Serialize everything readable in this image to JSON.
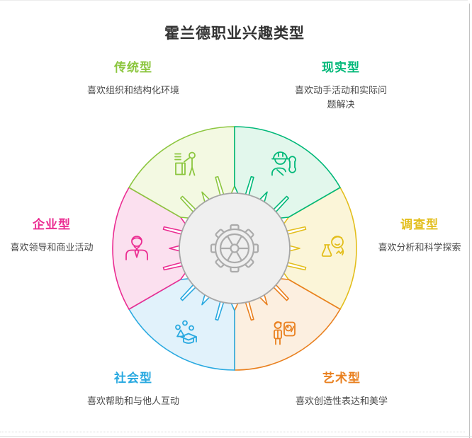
{
  "page": {
    "title": "霍兰德职业兴趣类型"
  },
  "wheel": {
    "center_icon": "gear-icon",
    "center_fill": "#EFEFEF",
    "center_stroke": "#A6A6A6",
    "desc_text_color": "#4A4A4A",
    "types": [
      {
        "id": "investigative",
        "label": "调查型",
        "desc": "喜欢分析和科学探索",
        "color": "#E3BE1C",
        "fill": "#FBF5D8",
        "angle": 0,
        "icon": "scientist-flask-icon"
      },
      {
        "id": "artistic",
        "label": "艺术型",
        "desc": "喜欢创造性表达和美学",
        "color": "#E9801F",
        "fill": "#FCEFE0",
        "angle": 60,
        "icon": "painter-palette-icon"
      },
      {
        "id": "social",
        "label": "社会型",
        "desc": "喜欢帮助和与他人互动",
        "color": "#29A9E0",
        "fill": "#E1F2FB",
        "angle": 120,
        "icon": "graduation-people-icon"
      },
      {
        "id": "enterprising",
        "label": "企业型",
        "desc": "喜欢领导和商业活动",
        "color": "#EB2D92",
        "fill": "#FBE0EF",
        "angle": 180,
        "icon": "businessman-icon"
      },
      {
        "id": "conventional",
        "label": "传统型",
        "desc": "喜欢组织和结构化环境",
        "color": "#8CC63F",
        "fill": "#F3F9E2",
        "angle": 240,
        "icon": "organizer-desk-icon"
      },
      {
        "id": "realistic",
        "label": "现实型",
        "desc": "喜欢动手活动和实际问题解决",
        "color": "#00B878",
        "fill": "#E2F7EC",
        "angle": 300,
        "icon": "worker-wrench-icon"
      }
    ]
  }
}
